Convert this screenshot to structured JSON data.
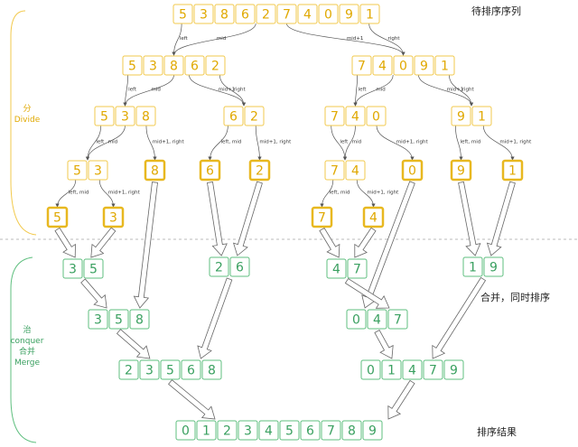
{
  "titles": {
    "input": "待排序序列",
    "merge_note": "合并，同时排序",
    "result": "排序结果"
  },
  "phases": {
    "divide_cn": "分",
    "divide_en": "Divide",
    "conquer_cn": "治",
    "conquer_en": "conquer",
    "merge_cn": "合并",
    "merge_en": "Merge"
  },
  "colors": {
    "divide": "#f2c94c",
    "divide_strong": "#e8b820",
    "divide_text": "#e0a800",
    "merge": "#5fbf7f",
    "merge_text": "#3aa060",
    "arrow": "#555555"
  },
  "edge_labels": {
    "left": "left",
    "mid": "mid",
    "mid1": "mid+1",
    "right": "right",
    "left_mid": "left, mid",
    "mid1_right": "mid+1, right"
  },
  "arrays": {
    "input": [
      "5",
      "3",
      "8",
      "6",
      "2",
      "7",
      "4",
      "0",
      "9",
      "1"
    ],
    "d1a": [
      "5",
      "3",
      "8",
      "6",
      "2"
    ],
    "d1b": [
      "7",
      "4",
      "0",
      "9",
      "1"
    ],
    "d2a": [
      "5",
      "3",
      "8"
    ],
    "d2b": [
      "6",
      "2"
    ],
    "d2c": [
      "7",
      "4",
      "0"
    ],
    "d2d": [
      "9",
      "1"
    ],
    "d3a": [
      "5",
      "3"
    ],
    "d3b": [
      "8"
    ],
    "d3c": [
      "6"
    ],
    "d3d": [
      "2"
    ],
    "d3e": [
      "7",
      "4"
    ],
    "d3f": [
      "0"
    ],
    "d3g": [
      "9"
    ],
    "d3h": [
      "1"
    ],
    "d4a": [
      "5"
    ],
    "d4b": [
      "3"
    ],
    "d4c": [
      "7"
    ],
    "d4d": [
      "4"
    ],
    "m1a": [
      "3",
      "5"
    ],
    "m1b": [
      "2",
      "6"
    ],
    "m1c": [
      "4",
      "7"
    ],
    "m1d": [
      "1",
      "9"
    ],
    "m2a": [
      "3",
      "5",
      "8"
    ],
    "m2b": [
      "0",
      "4",
      "7"
    ],
    "m3a": [
      "2",
      "3",
      "5",
      "6",
      "8"
    ],
    "m3b": [
      "0",
      "1",
      "4",
      "7",
      "9"
    ],
    "result": [
      "0",
      "1",
      "2",
      "3",
      "4",
      "5",
      "6",
      "7",
      "8",
      "9"
    ]
  }
}
